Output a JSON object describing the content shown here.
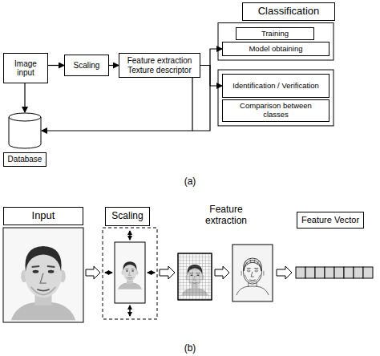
{
  "diagram": {
    "nodes": [
      {
        "text": [
          "Classification"
        ]
      },
      {
        "text": [
          "Training"
        ]
      },
      {
        "text": [
          "Model obtaining"
        ]
      },
      {
        "text": [
          "Image input"
        ]
      },
      {
        "text": [
          "Scaling"
        ]
      },
      {
        "text": [
          "Feature extraction Texture descriptor"
        ]
      },
      {
        "text": [
          "Identification / Verification"
        ]
      },
      {
        "text": [
          "Comparison between classes"
        ]
      },
      {
        "text": [
          "Database"
        ]
      },
      {
        "text": [
          "Input"
        ]
      },
      {
        "text": [
          "Scaling"
        ]
      },
      {
        "text": [
          "Feature Vector"
        ]
      }
    ],
    "edges": [
      {
        "from": 3,
        "to": 4,
        "arrow": "to"
      },
      {
        "from": 4,
        "to": 5,
        "arrow": "to"
      },
      {
        "from": 5,
        "to": 2,
        "arrow": "to"
      },
      {
        "from": 5,
        "to": 6,
        "arrow": "to"
      },
      {
        "from": 3,
        "to": 8,
        "arrow": "to"
      },
      {
        "from": 5,
        "to": 8,
        "arrow": "to"
      }
    ],
    "labels": [
      "(a)",
      "Feature extraction",
      "(b)"
    ]
  }
}
